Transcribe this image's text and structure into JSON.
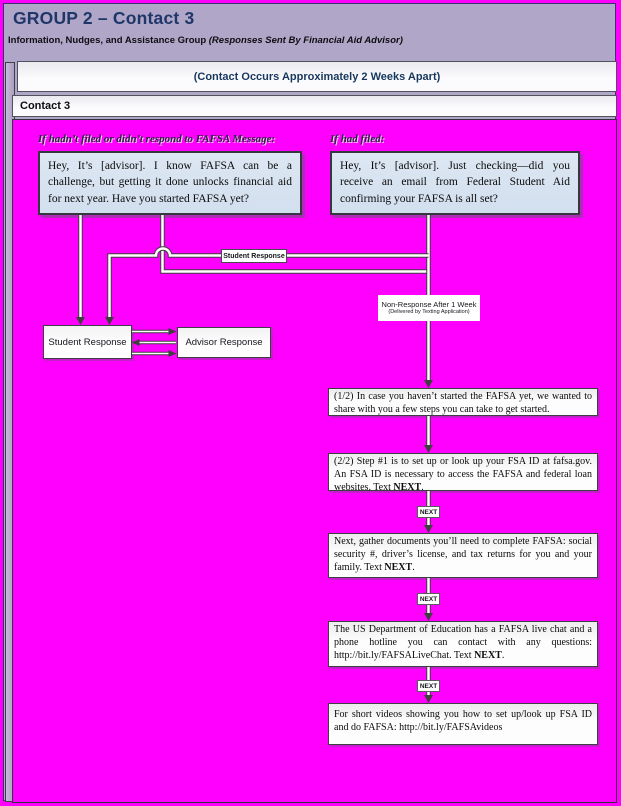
{
  "header": {
    "title": "GROUP 2 – Contact 3",
    "subtitle": "Information, Nudges, and Assistance Group ",
    "subtitle_note": "(Responses Sent By Financial Aid Advisor)"
  },
  "section": {
    "timing_note": "(Contact Occurs Approximately 2 Weeks Apart)",
    "contact_label": "Contact 3"
  },
  "flowchart": {
    "condition_left": "If hadn’t filed or didn’t respond to FAFSA Message:",
    "condition_right": "If had filed:",
    "message_left": "Hey, It’s [advisor]. I know FAFSA can be a challenge, but getting it done unlocks financial aid for next year. Have you started FAFSA yet?",
    "message_right": "Hey, It’s [advisor]. Just checking—did you receive an email from Federal Student Aid confirming your FAFSA is all set?",
    "student_response_node": "Student Response",
    "advisor_response_node": "Advisor Response",
    "edge_labels": {
      "student_response": "Student Response",
      "non_response": "Non-Response After 1 Week",
      "non_response_sub": "(Delivered by Texting Application)",
      "next": "NEXT"
    },
    "steps": [
      {
        "pre": "(1/2) In case you haven’t started the FAFSA yet, we wanted to share with you a few steps you can take to get started.",
        "bold": "",
        "post": ""
      },
      {
        "pre": "(2/2) Step #1 is to set up or look up your FSA ID at fafsa.gov. An FSA ID is necessary to access the FAFSA and federal loan websites. Text ",
        "bold": "NEXT",
        "post": "."
      },
      {
        "pre": "Next, gather documents you’ll need to complete FAFSA: social security #, driver’s license, and tax returns for you and your family. Text ",
        "bold": "NEXT",
        "post": "."
      },
      {
        "pre": "The US Department of Education has a FAFSA live chat and a phone hotline you can contact with any questions: http://bit.ly/FAFSALiveChat. Text ",
        "bold": "NEXT",
        "post": "."
      },
      {
        "pre": "For short videos showing you how to set up/look up FSA ID and do FAFSA: http://bit.ly/FAFSAvideos",
        "bold": "",
        "post": ""
      }
    ]
  },
  "colors": {
    "canvas_magenta": "#FF00FF",
    "page_lavender": "#B0A6C8",
    "title_navy": "#1F3768",
    "message_box_blue": "#D6E4F0",
    "connector_dark": "#3F3F3F"
  }
}
